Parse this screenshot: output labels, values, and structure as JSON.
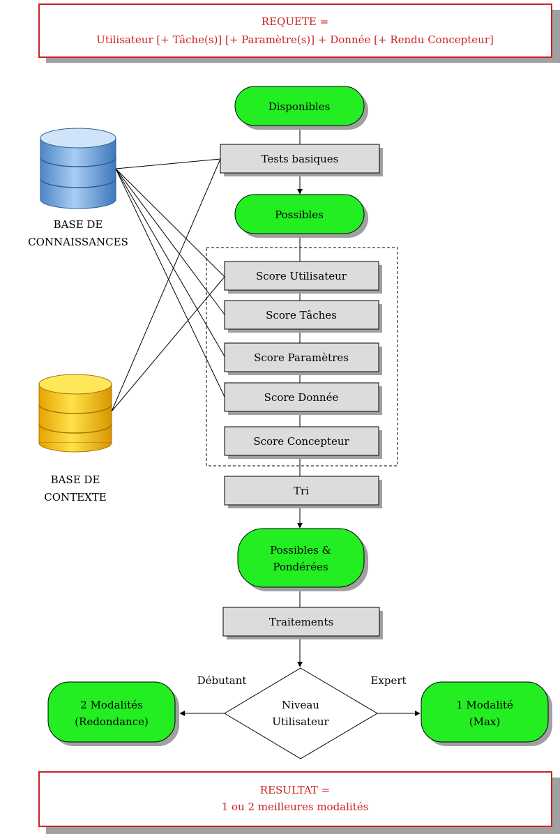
{
  "request": {
    "line1": "REQUETE =",
    "line2": "Utilisateur  [+ Tâche(s)] [+ Paramètre(s)] + Donnée [+ Rendu Concepteur]"
  },
  "result": {
    "line1": "RESULTAT =",
    "line2": "1 ou 2 meilleures modalités"
  },
  "databases": {
    "knowledge": {
      "line1": "BASE DE",
      "line2": "CONNAISSANCES"
    },
    "context": {
      "line1": "BASE DE",
      "line2": "CONTEXTE"
    }
  },
  "flow": {
    "available": "Disponibles",
    "basic_tests": "Tests basiques",
    "possible": "Possibles",
    "score_user": "Score Utilisateur",
    "score_tasks": "Score Tâches",
    "score_params": "Score Paramètres",
    "score_data": "Score Donnée",
    "score_designer": "Score Concepteur",
    "sort": "Tri",
    "weighted_line1": "Possibles &",
    "weighted_line2": "Pondérées",
    "processing": "Traitements",
    "decision_line1": "Niveau",
    "decision_line2": "Utilisateur",
    "beginner_label": "Débutant",
    "expert_label": "Expert",
    "two_modes_line1": "2 Modalités",
    "two_modes_line2": "(Redondance)",
    "one_mode_line1": "1 Modalité",
    "one_mode_line2": "(Max)"
  },
  "colors": {
    "accent_red": "#cc2222",
    "terminal_green": "#22ee22",
    "process_gray": "#dcdcdc",
    "knowledge_blue": "#6fa7e0",
    "context_yellow": "#f2c200"
  }
}
